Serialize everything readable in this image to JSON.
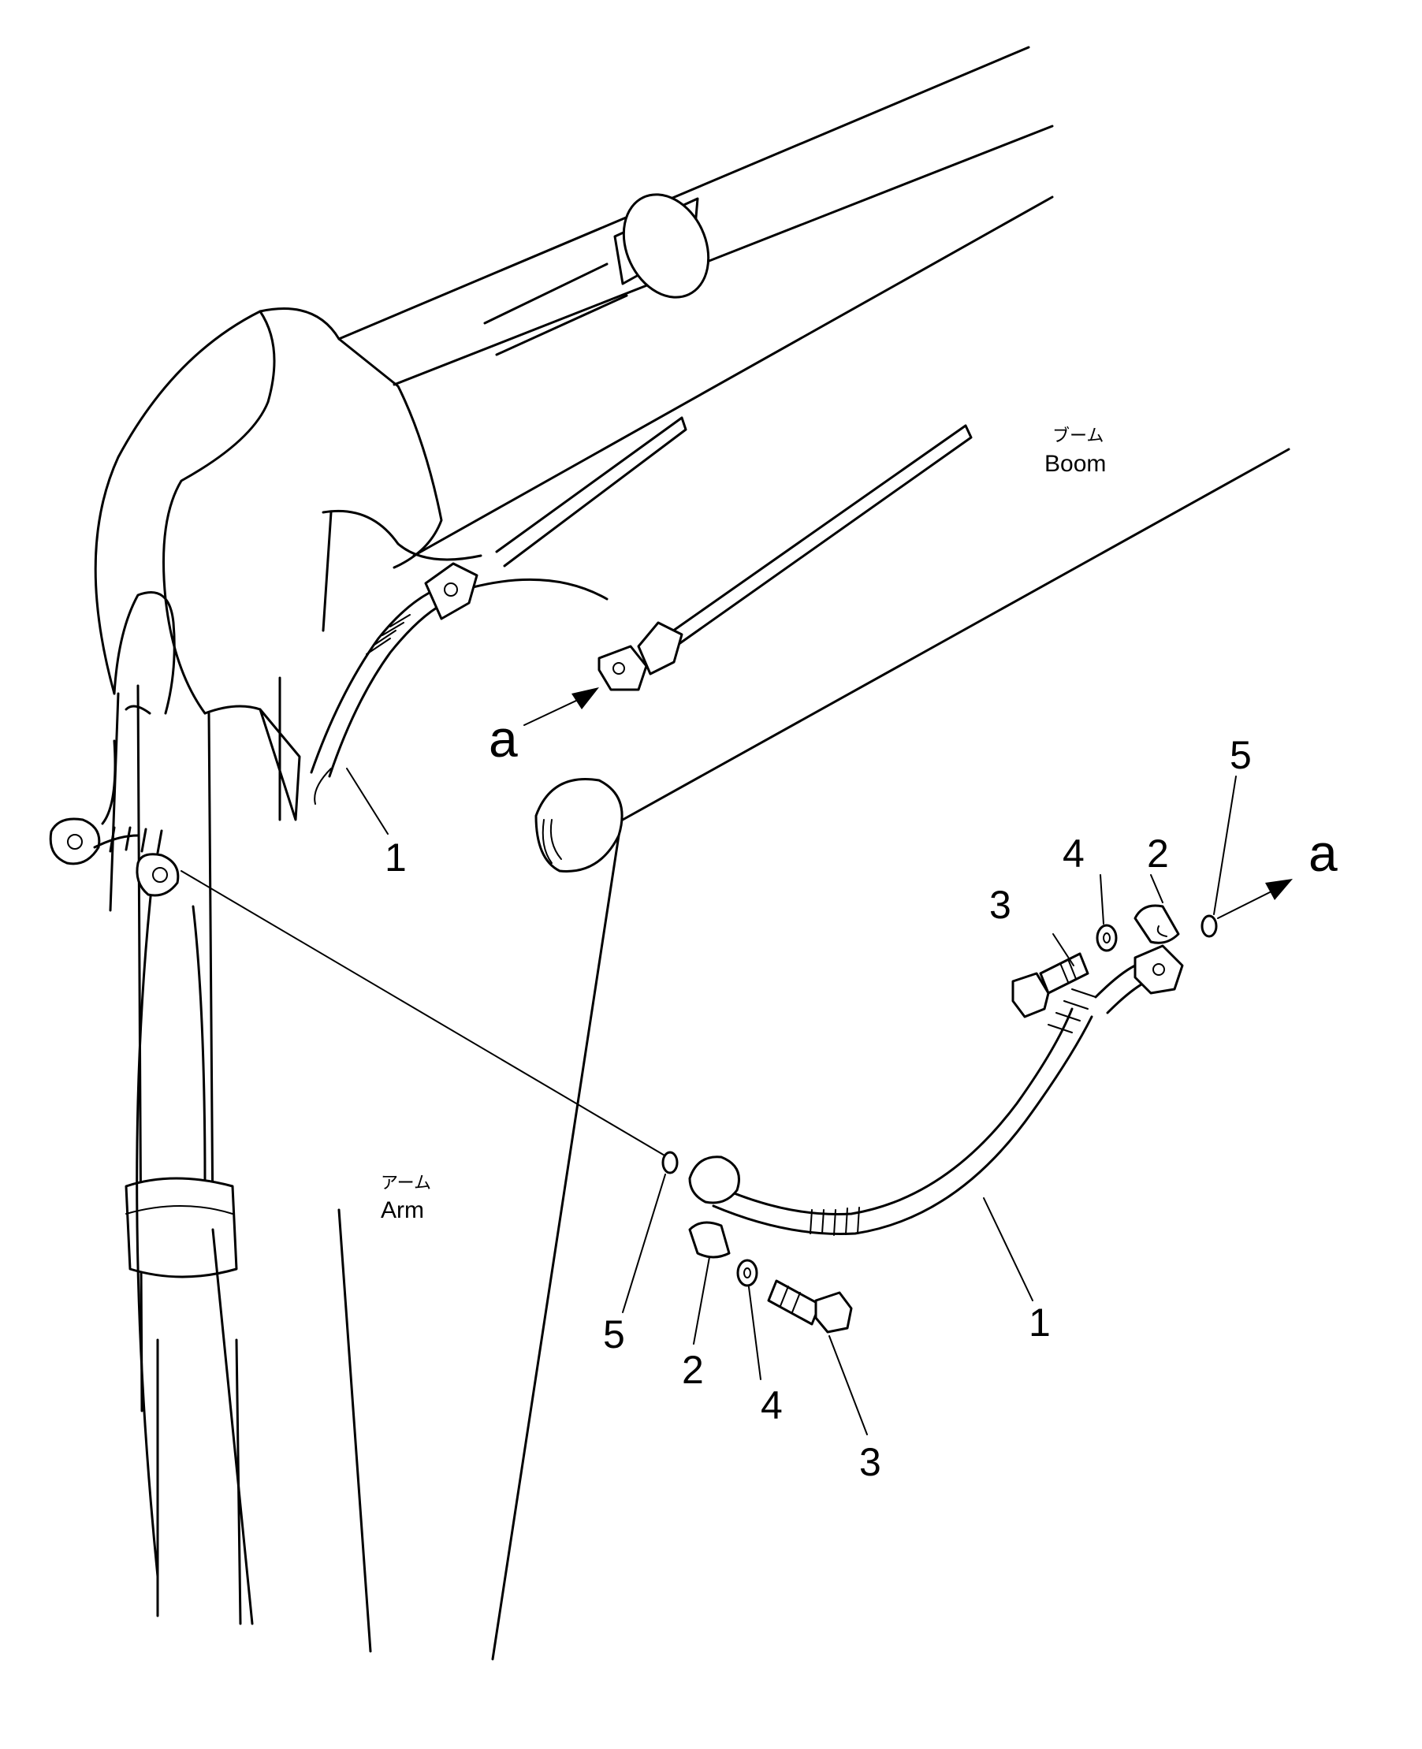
{
  "labels": {
    "boom_jp": "ブーム",
    "boom_en": "Boom",
    "arm_jp": "アーム",
    "arm_en": "Arm",
    "view_a_ref": "a",
    "view_a_target": "a"
  },
  "callouts": {
    "hose_installed": "1",
    "hose_detail": "1",
    "clamp_upper": "2",
    "bolt_upper": "3",
    "washer_upper": "4",
    "oring_upper": "5",
    "oring_lower": "5",
    "clamp_lower": "2",
    "washer_lower": "4",
    "bolt_lower": "3"
  }
}
